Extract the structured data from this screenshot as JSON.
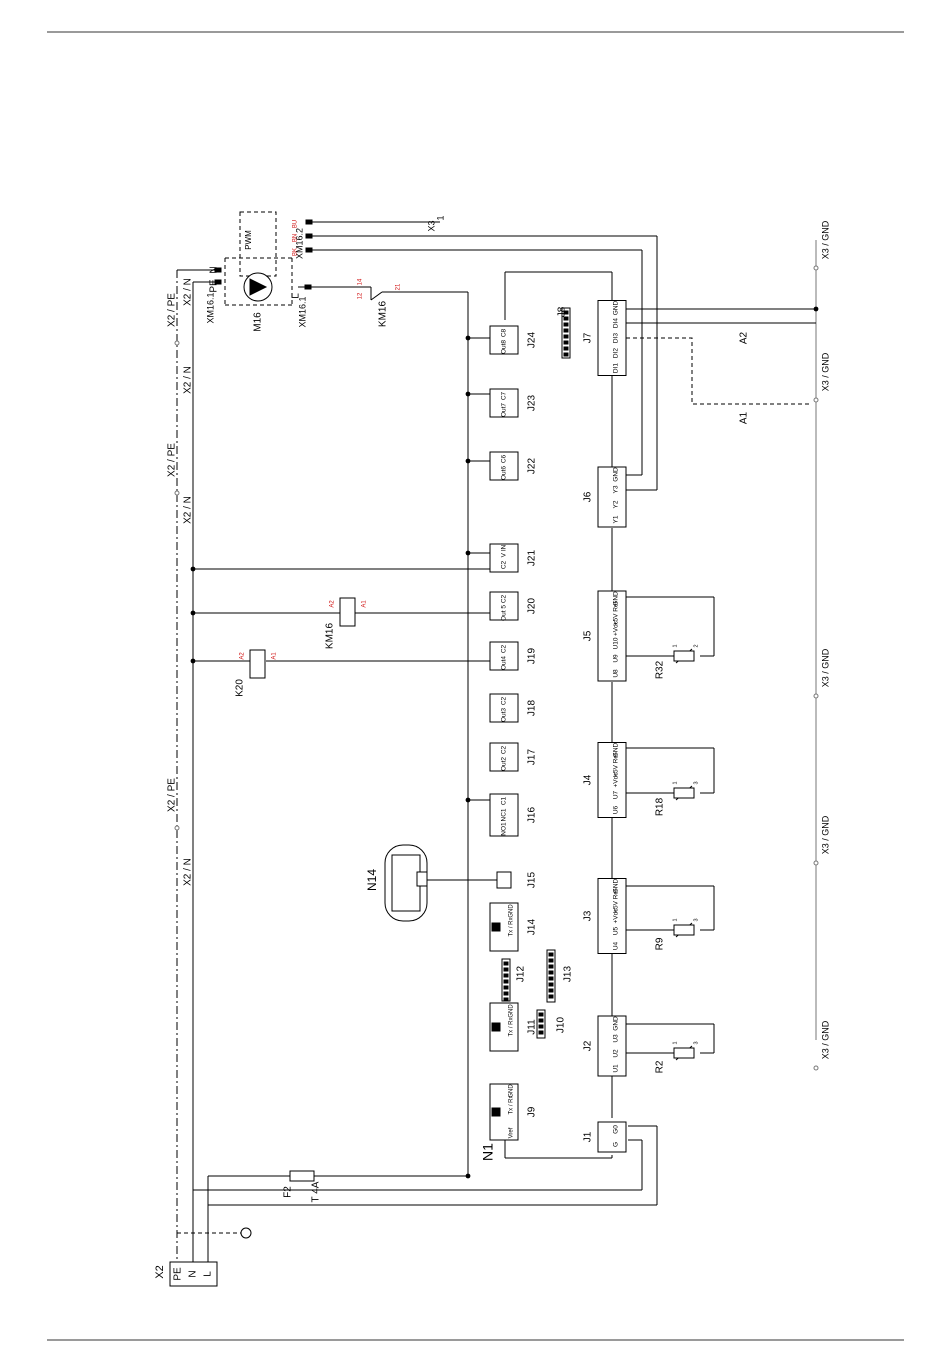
{
  "colors": {
    "line": "#000000",
    "red_label": "#d01010",
    "rule": "#9a9a9a"
  },
  "rails": {
    "pe": "X2 / PE",
    "n": "X2 / N",
    "gnd": "X3 / GND",
    "pe_labels_count": 3,
    "n_labels_count": 4,
    "gnd_labels_count": 5
  },
  "supply": {
    "terminal": "X2",
    "pins": [
      "PE",
      "N",
      "L"
    ]
  },
  "fuse": {
    "id": "F2",
    "rating": "T 4A"
  },
  "controller": {
    "id": "N1"
  },
  "pump": {
    "id": "M16",
    "pwm": "PWM",
    "pins": [
      "N",
      "PE",
      "L"
    ],
    "mains_connector": "XM16.1",
    "signal_connector": "XM16.2",
    "wire_colors": [
      "BK",
      "BN",
      "BU"
    ],
    "signal_terminal": "X3",
    "signal_terminal_pin": "1"
  },
  "relay_contact": {
    "id": "KM16",
    "pins": [
      "12",
      "14",
      "21"
    ]
  },
  "coils": [
    {
      "id": "KM16",
      "a1": "A1",
      "a2": "A2"
    },
    {
      "id": "K20",
      "a1": "A1",
      "a2": "A2"
    }
  ],
  "top_connectors": [
    {
      "id": "J24",
      "pins": [
        "Out8",
        "C8"
      ]
    },
    {
      "id": "J23",
      "pins": [
        "Out7",
        "C7"
      ]
    },
    {
      "id": "J22",
      "pins": [
        "Out6",
        "C6"
      ]
    },
    {
      "id": "J21",
      "pins": [
        "C2",
        "V IN"
      ]
    },
    {
      "id": "J20",
      "pins": [
        "Out 5",
        "C2"
      ]
    },
    {
      "id": "J19",
      "pins": [
        "Out4",
        "C2"
      ]
    },
    {
      "id": "J18",
      "pins": [
        "Out3",
        "C2"
      ]
    },
    {
      "id": "J17",
      "pins": [
        "Out2",
        "C2"
      ]
    },
    {
      "id": "J16",
      "pins": [
        "NO1",
        "NC1",
        "C1"
      ]
    },
    {
      "id": "J15",
      "pins": []
    }
  ],
  "serial_connectors": [
    {
      "id": "J14",
      "pins": [
        "",
        "Tx / Rx",
        "GND"
      ]
    },
    {
      "id": "J11",
      "pins": [
        "",
        "Tx / Rx",
        "GND"
      ]
    },
    {
      "id": "J9",
      "pins": [
        "Vref",
        "",
        "Tx / Rx",
        "GND"
      ]
    }
  ],
  "headers": [
    "J8",
    "J10",
    "J12",
    "J13"
  ],
  "display": {
    "id": "N14"
  },
  "bottom_connectors": [
    {
      "id": "J7",
      "pins": [
        "DI1",
        "DI2",
        "DI3",
        "DI4",
        "GND"
      ]
    },
    {
      "id": "J6",
      "pins": [
        "Y1",
        "Y2",
        "Y3",
        "GND"
      ]
    },
    {
      "id": "J5",
      "pins": [
        "U8",
        "U9",
        "U10",
        "+Vdc",
        "+5V Ref",
        "GND"
      ]
    },
    {
      "id": "J4",
      "pins": [
        "U6",
        "U7",
        "+Vdc",
        "+5V Ref",
        "GND"
      ]
    },
    {
      "id": "J3",
      "pins": [
        "U4",
        "U5",
        "+Vdc",
        "+5V Ref",
        "GND"
      ]
    },
    {
      "id": "J2",
      "pins": [
        "U1",
        "U2",
        "U3",
        "GND"
      ]
    },
    {
      "id": "J1",
      "pins": [
        "G",
        "G0"
      ]
    }
  ],
  "sensors": [
    {
      "id": "R32",
      "pins": [
        "1",
        "2"
      ]
    },
    {
      "id": "R18",
      "pins": [
        "1",
        "3"
      ]
    },
    {
      "id": "R9",
      "pins": [
        "1",
        "3"
      ]
    },
    {
      "id": "R2",
      "pins": [
        "1",
        "3"
      ]
    }
  ],
  "signals": [
    "A1",
    "A2"
  ]
}
